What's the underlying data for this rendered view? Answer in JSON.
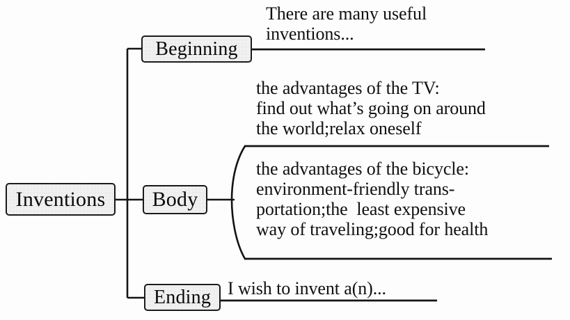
{
  "diagram": {
    "type": "tree-outline",
    "root": {
      "label": "Inventions"
    },
    "branches": [
      {
        "key": "beginning",
        "label": "Beginning",
        "leaves": [
          {
            "key": "beginning-note",
            "text": "There are many useful\ninventions..."
          }
        ]
      },
      {
        "key": "body",
        "label": "Body",
        "leaves": [
          {
            "key": "tv-note",
            "text": "the advantages of the TV:\nfind out what’s going on around\nthe world;relax oneself"
          },
          {
            "key": "bicycle-note",
            "text": "the advantages of the bicycle:\nenvironment-friendly trans-\nportation;the  least expensive\nway of traveling;good for health"
          }
        ]
      },
      {
        "key": "ending",
        "label": "Ending",
        "leaves": [
          {
            "key": "ending-note",
            "text": "I wish to invent a(n)..."
          }
        ]
      }
    ],
    "colors": {
      "background": "#fdfdfd",
      "node_fill": "#d2d2d2",
      "node_border": "#1a1a1a",
      "connector": "#141414",
      "text": "#101010"
    }
  }
}
